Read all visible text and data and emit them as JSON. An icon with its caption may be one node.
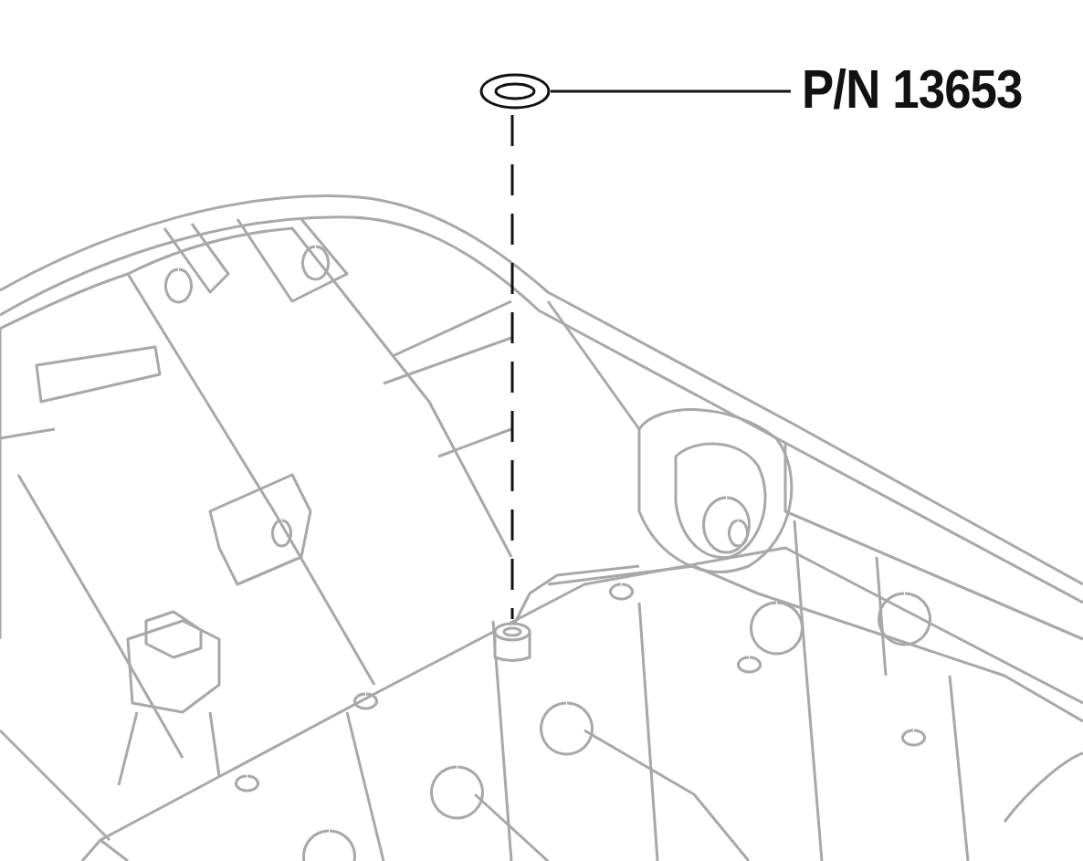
{
  "diagram": {
    "nodes": [
      {
        "text": [],
        "shape": "picture"
      },
      {
        "text": [
          "P/N 13653"
        ]
      },
      {
        "text": [],
        "shape": "cylinder"
      }
    ],
    "edges": [
      {
        "from": 1,
        "to": 0,
        "arrow": "none"
      },
      {
        "from": 0,
        "to": 2,
        "arrow": "none",
        "style": "dashed"
      }
    ]
  }
}
